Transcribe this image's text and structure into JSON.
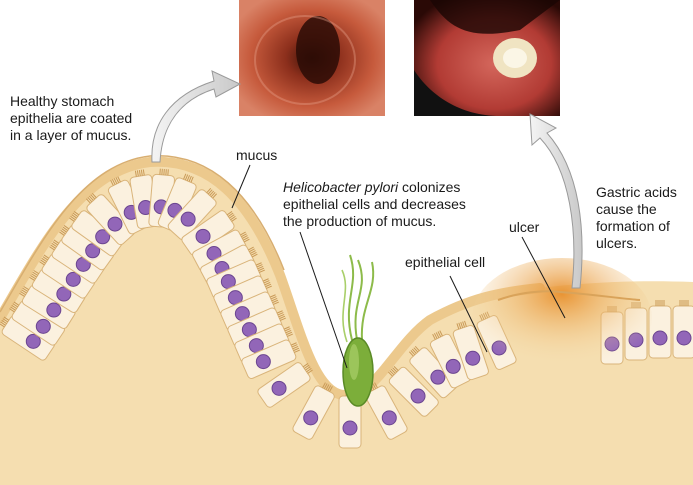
{
  "labels": {
    "healthy": "Healthy stomach\nepithelia are coated\nin a layer of mucus.",
    "mucus": "mucus",
    "pylori_name": "Helicobacter pylori",
    "pylori_rest": " colonizes\nepithelial cells and decreases\nthe production of mucus.",
    "epithelial_cell": "epithelial cell",
    "ulcer": "ulcer",
    "gastric": "Gastric acids\ncause the\nformation of\nulcers."
  },
  "photos": {
    "healthy_stomach": "healthy stomach endoscopy photo",
    "ulcerated_stomach": "stomach ulcer endoscopy photo"
  },
  "colors": {
    "tissue": "#f5deb0",
    "mucus_layer": "#ecc98d",
    "cell_fill": "#fbf1df",
    "nucleus": "#9266b8",
    "bacterium": "#7cae3a",
    "ulcer": "#e89a3a",
    "arrow": "#d9d9d9"
  }
}
